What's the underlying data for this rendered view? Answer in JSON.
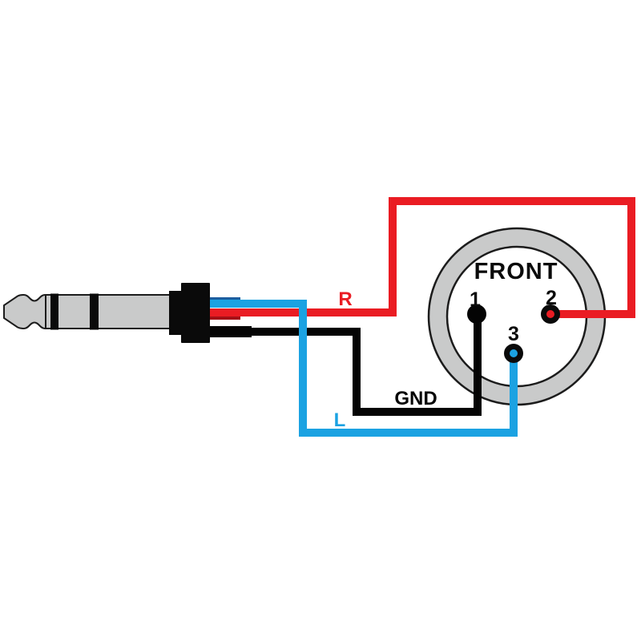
{
  "diagram": {
    "xlr": {
      "front_label": "FRONT",
      "pin_labels": [
        "1",
        "2",
        "3"
      ]
    },
    "wire_labels": {
      "right": "R",
      "left": "L",
      "ground": "GND"
    },
    "connections": [
      {
        "wire": "R",
        "pin": "2"
      },
      {
        "wire": "L",
        "pin": "3"
      },
      {
        "wire": "GND",
        "pin": "1"
      }
    ],
    "colors": {
      "right_wire": "#ea1c23",
      "left_wire": "#1ba2e2",
      "ground_wire": "#040404",
      "right_wire_dark_end": "#a51016",
      "left_wire_dark_end": "#1c5d9f",
      "connector_gray": "#c9caca",
      "connector_face": "#ffffff",
      "outline": "#1c1c1c",
      "jack_black": "#0a0a0a",
      "background": "#ffffff"
    }
  }
}
